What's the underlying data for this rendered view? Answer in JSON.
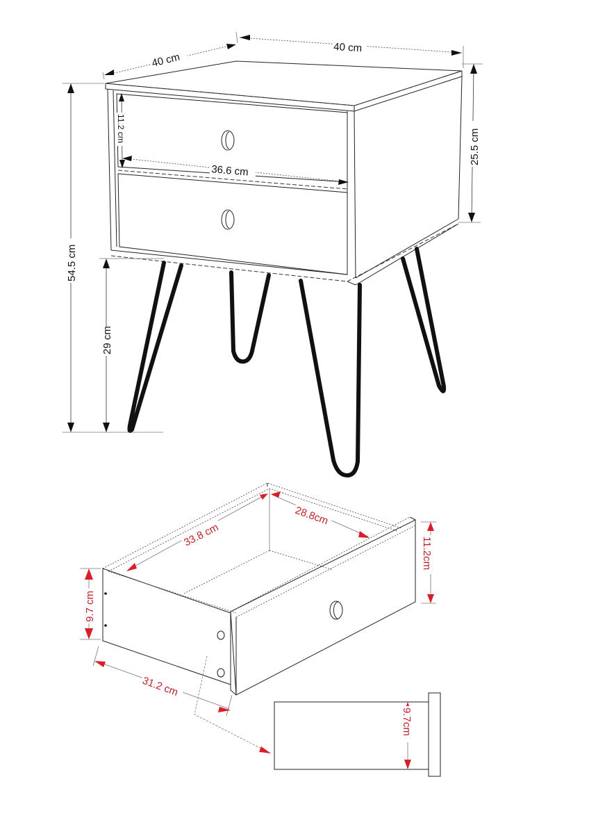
{
  "diagram": {
    "subject": "Bedside table with two drawers and hairpin legs",
    "colors": {
      "line": "#222222",
      "legs": "#111111",
      "drawer_dimension": "#c0202a",
      "background": "#ffffff"
    },
    "cabinet": {
      "width_label": "40 cm",
      "depth_label": "40 cm",
      "total_height_label": "54.5 cm",
      "body_height_label": "25.5 cm",
      "leg_height_label": "29 cm",
      "drawer_front_height_label": "11.2 cm",
      "drawer_front_width_label": "36.6 cm"
    },
    "drawer": {
      "inner_length_label": "33.8 cm",
      "inner_width_label": "28.8cm",
      "front_height_label": "11.2cm",
      "side_height_label": "9.7 cm",
      "side_length_label": "31.2 cm",
      "section_height_label": "9.7cm"
    }
  }
}
